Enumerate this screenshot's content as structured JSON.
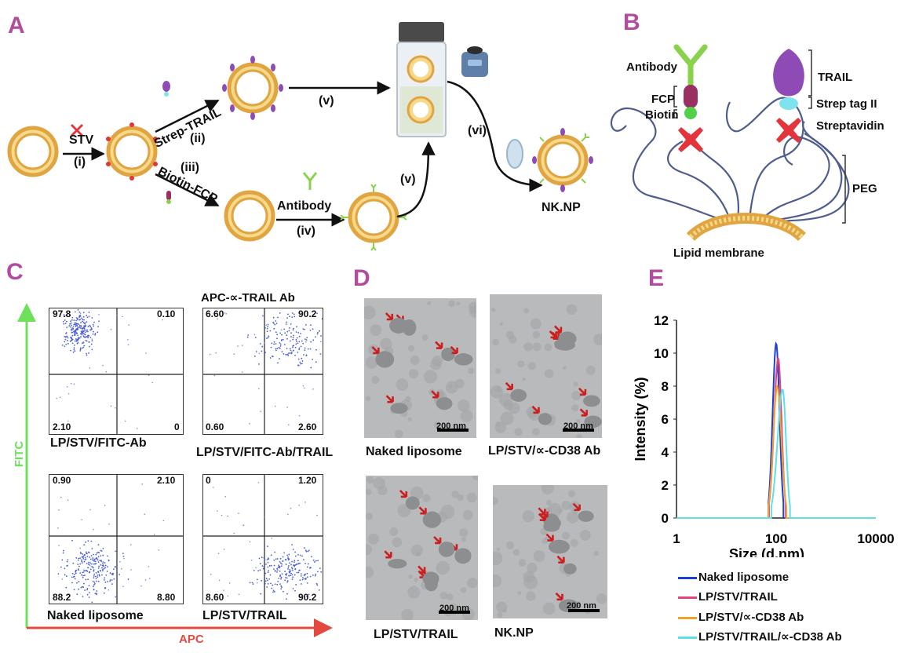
{
  "panels": {
    "A": "A",
    "B": "B",
    "C": "C",
    "D": "D",
    "E": "E"
  },
  "panel_a": {
    "stv": "STV",
    "step_i": "(i)",
    "step_ii": "(ii)",
    "step_iii": "(iii)",
    "step_iv": "(iv)",
    "step_v_top": "(v)",
    "step_v_bottom": "(v)",
    "step_vi": "(vi)",
    "strep_trail": "Strep-TRAIL",
    "biotin_fcp": "Biotin-FCP",
    "antibody": "Antibody",
    "nknp": "NK.NP",
    "colors": {
      "liposome": "#f1cf7c",
      "shell": "#e2a848",
      "stv": "#e2343a",
      "trail": "#8e4bb5",
      "antibody": "#8bd24c"
    }
  },
  "panel_b": {
    "antibody": "Antibody",
    "fcp": "FCP",
    "biotin": "Biotin",
    "trail": "TRAIL",
    "strep_tag": "Strep tag II",
    "streptavidin": "Streptavidin",
    "peg": "PEG",
    "membrane": "Lipid membrane",
    "colors": {
      "peg": "#4e5d8c",
      "antibody": "#8bd24c",
      "fcp": "#9a2f62",
      "trail": "#8e4bb5",
      "strep_tag": "#7fe3ef",
      "stv": "#e2343a"
    }
  },
  "panel_c": {
    "y_axis": "FITC",
    "x_axis": "APC",
    "top_title": "APC-∝-TRAIL Ab",
    "axis_colors": {
      "y": "#6ee05a",
      "x": "#e24a3f"
    },
    "plots": [
      {
        "label": "LP/STV/FITC-Ab",
        "q": [
          "97.8",
          "0.10",
          "2.10",
          "0"
        ]
      },
      {
        "label": "LP/STV/FITC-Ab/TRAIL",
        "q": [
          "6.60",
          "90.2",
          "0.60",
          "2.60"
        ]
      },
      {
        "label": "Naked liposome",
        "q": [
          "0.90",
          "2.10",
          "88.2",
          "8.80"
        ]
      },
      {
        "label": "LP/STV/TRAIL",
        "q": [
          "0",
          "1.20",
          "8.60",
          "90.2"
        ]
      }
    ]
  },
  "panel_d": {
    "scale_bar": "200 nm",
    "images": [
      {
        "label": "Naked liposome"
      },
      {
        "label": "LP/STV/∝-CD38 Ab"
      },
      {
        "label": "LP/STV/TRAIL"
      },
      {
        "label": "NK.NP"
      }
    ]
  },
  "chart_data": {
    "type": "line",
    "title": "",
    "xlabel": "Size (d.nm)",
    "ylabel": "Intensity (%)",
    "x_scale": "log",
    "xlim": [
      1,
      10000
    ],
    "ylim": [
      0,
      12
    ],
    "y_ticks": [
      "0",
      "2",
      "4",
      "6",
      "8",
      "10",
      "12"
    ],
    "x_ticks": [
      "1",
      "100",
      "10000"
    ],
    "legend_position": "bottom",
    "series": [
      {
        "name": "Naked liposome",
        "color": "#1f3fd6",
        "peak_x": 100,
        "peak_y": 10.6,
        "low": 70,
        "high": 140
      },
      {
        "name": "LP/STV/TRAIL",
        "color": "#e0467a",
        "peak_x": 110,
        "peak_y": 9.7,
        "low": 72,
        "high": 155
      },
      {
        "name": "LP/STV/∝-CD38 Ab",
        "color": "#f2a12a",
        "peak_x": 105,
        "peak_y": 8.0,
        "low": 70,
        "high": 160
      },
      {
        "name": "LP/STV/TRAIL/∝-CD38 Ab",
        "color": "#5fe0e6",
        "peak_x": 135,
        "peak_y": 7.8,
        "low": 80,
        "high": 190
      }
    ]
  }
}
